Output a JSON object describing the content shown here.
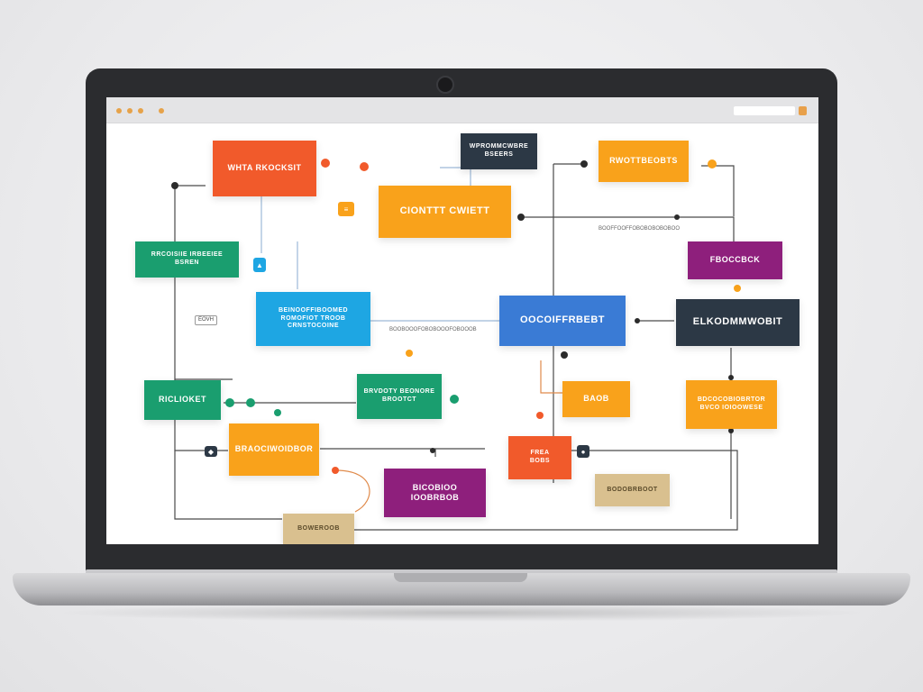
{
  "colors": {
    "orange_red": "#f15a2b",
    "amber": "#f9a21b",
    "green": "#1a9e6f",
    "blue": "#1ea6e3",
    "royal_blue": "#3a7bd5",
    "navy": "#2c3845",
    "purple": "#8e1f7c",
    "tan": "#d9c08f"
  },
  "browser": {
    "window_dots": [
      "#e6a24a",
      "#e6a24a",
      "#e6a24a"
    ]
  },
  "nodes": [
    {
      "id": "n1",
      "label": "WHTA RKOCKSIT",
      "color": "#f15a2b",
      "icon": "none"
    },
    {
      "id": "n2",
      "label": "WPROMMCWBRE\nBSEERS",
      "color": "#2c3845",
      "icon": "none"
    },
    {
      "id": "n3",
      "label": "CIONTTT CWIETT",
      "color": "#f9a21b",
      "icon": "none"
    },
    {
      "id": "n4",
      "label": "RWOTTBEOBTS",
      "color": "#f9a21b",
      "icon": "none"
    },
    {
      "id": "n5",
      "label": "RRCOISIIE IRBEEIEE\nBSREN",
      "color": "#1a9e6f",
      "icon": "none"
    },
    {
      "id": "n6",
      "label": "FBOCCBCK",
      "color": "#8e1f7c",
      "icon": "none"
    },
    {
      "id": "n7",
      "label": "BEINOOFFIBOOMED\nROMOFIOT TROOB\nCRNSTOCOINE",
      "color": "#1ea6e3",
      "icon": "none"
    },
    {
      "id": "n8",
      "label": "OOCOIFFRBEBT",
      "color": "#3a7bd5",
      "icon": "none"
    },
    {
      "id": "n9",
      "label": "ELKODMMWOBIT",
      "color": "#2c3845",
      "icon": "none"
    },
    {
      "id": "n10",
      "label": "RICLIOKET",
      "color": "#1a9e6f",
      "icon": "none"
    },
    {
      "id": "n11",
      "label": "BRVDOTY BEONORE\nBROOTCT",
      "color": "#1a9e6f",
      "icon": "none"
    },
    {
      "id": "n12",
      "label": "BAOB",
      "color": "#f9a21b",
      "icon": "none"
    },
    {
      "id": "n13",
      "label": "BDCOCOBIOBRTOR\nBVCO IOIOOWESE",
      "color": "#f9a21b",
      "icon": "none"
    },
    {
      "id": "n14",
      "label": "BRAOCIWOIDBOR",
      "color": "#f9a21b",
      "icon": "none"
    },
    {
      "id": "n15",
      "label": "FREA\nBOBS",
      "color": "#f15a2b",
      "icon": "none"
    },
    {
      "id": "n16",
      "label": "BICOBIOO IOOBRBOB",
      "color": "#8e1f7c",
      "icon": "none"
    },
    {
      "id": "n17",
      "label": "BODOBRBOOT",
      "color": "#d9c08f",
      "icon": "none"
    },
    {
      "id": "n18",
      "label": "BOWEROOB",
      "color": "#d9c08f",
      "icon": "none"
    }
  ],
  "tags": [
    {
      "id": "t1",
      "label": "EOVH"
    },
    {
      "id": "t2",
      "label": "BOOFFOOFFOBOBOBOBOBOO"
    },
    {
      "id": "t3",
      "label": "BOOBOOOFOBOBOOOFOBOOOB"
    }
  ]
}
